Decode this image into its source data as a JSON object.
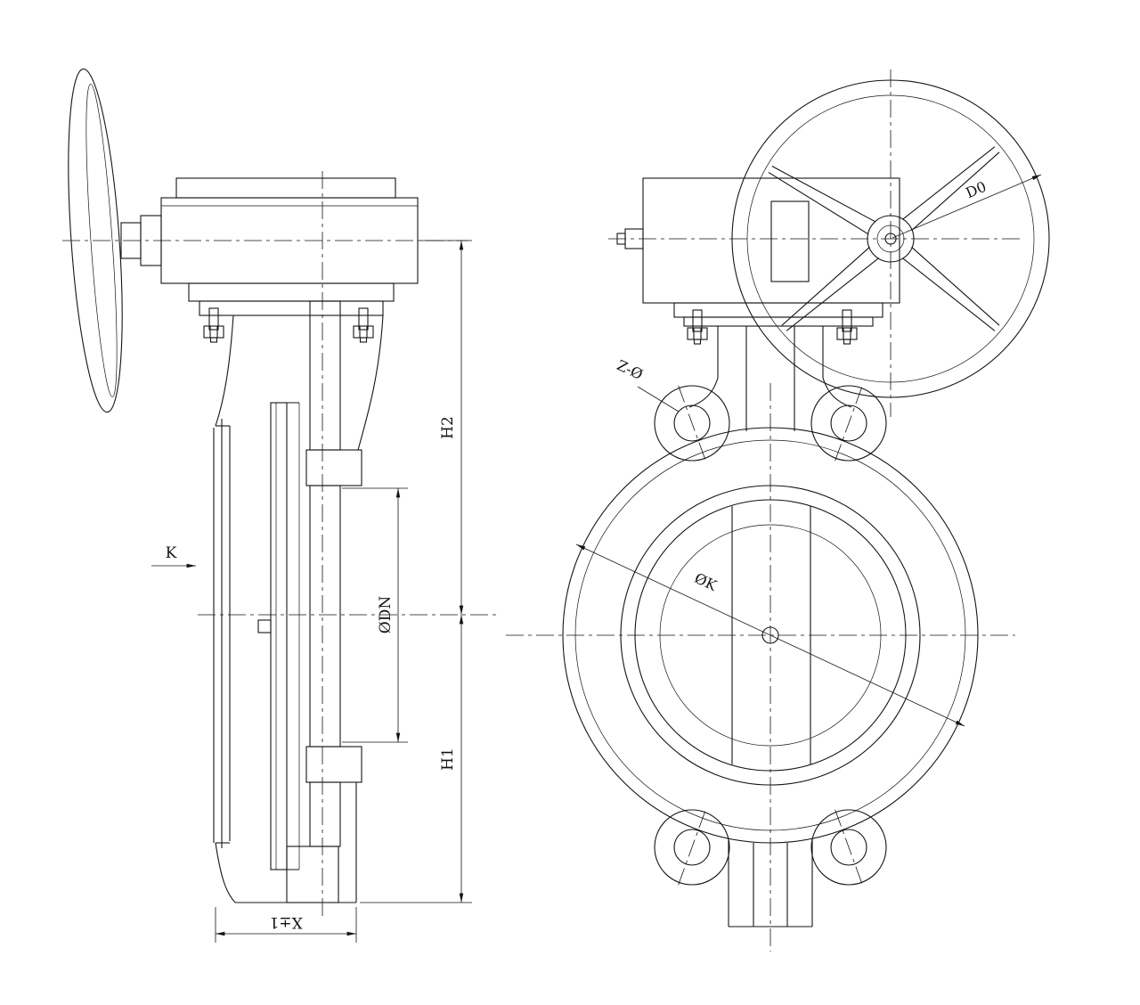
{
  "labels": {
    "view_k": "K",
    "h2": "H2",
    "h1": "H1",
    "dn": "ØDN",
    "face_to_face": "X±1",
    "handwheel_dia": "D0",
    "bolt_holes": "Z-Ø",
    "bolt_circle": "ØK"
  },
  "colors": {
    "line": "#141414",
    "background": "#ffffff"
  }
}
